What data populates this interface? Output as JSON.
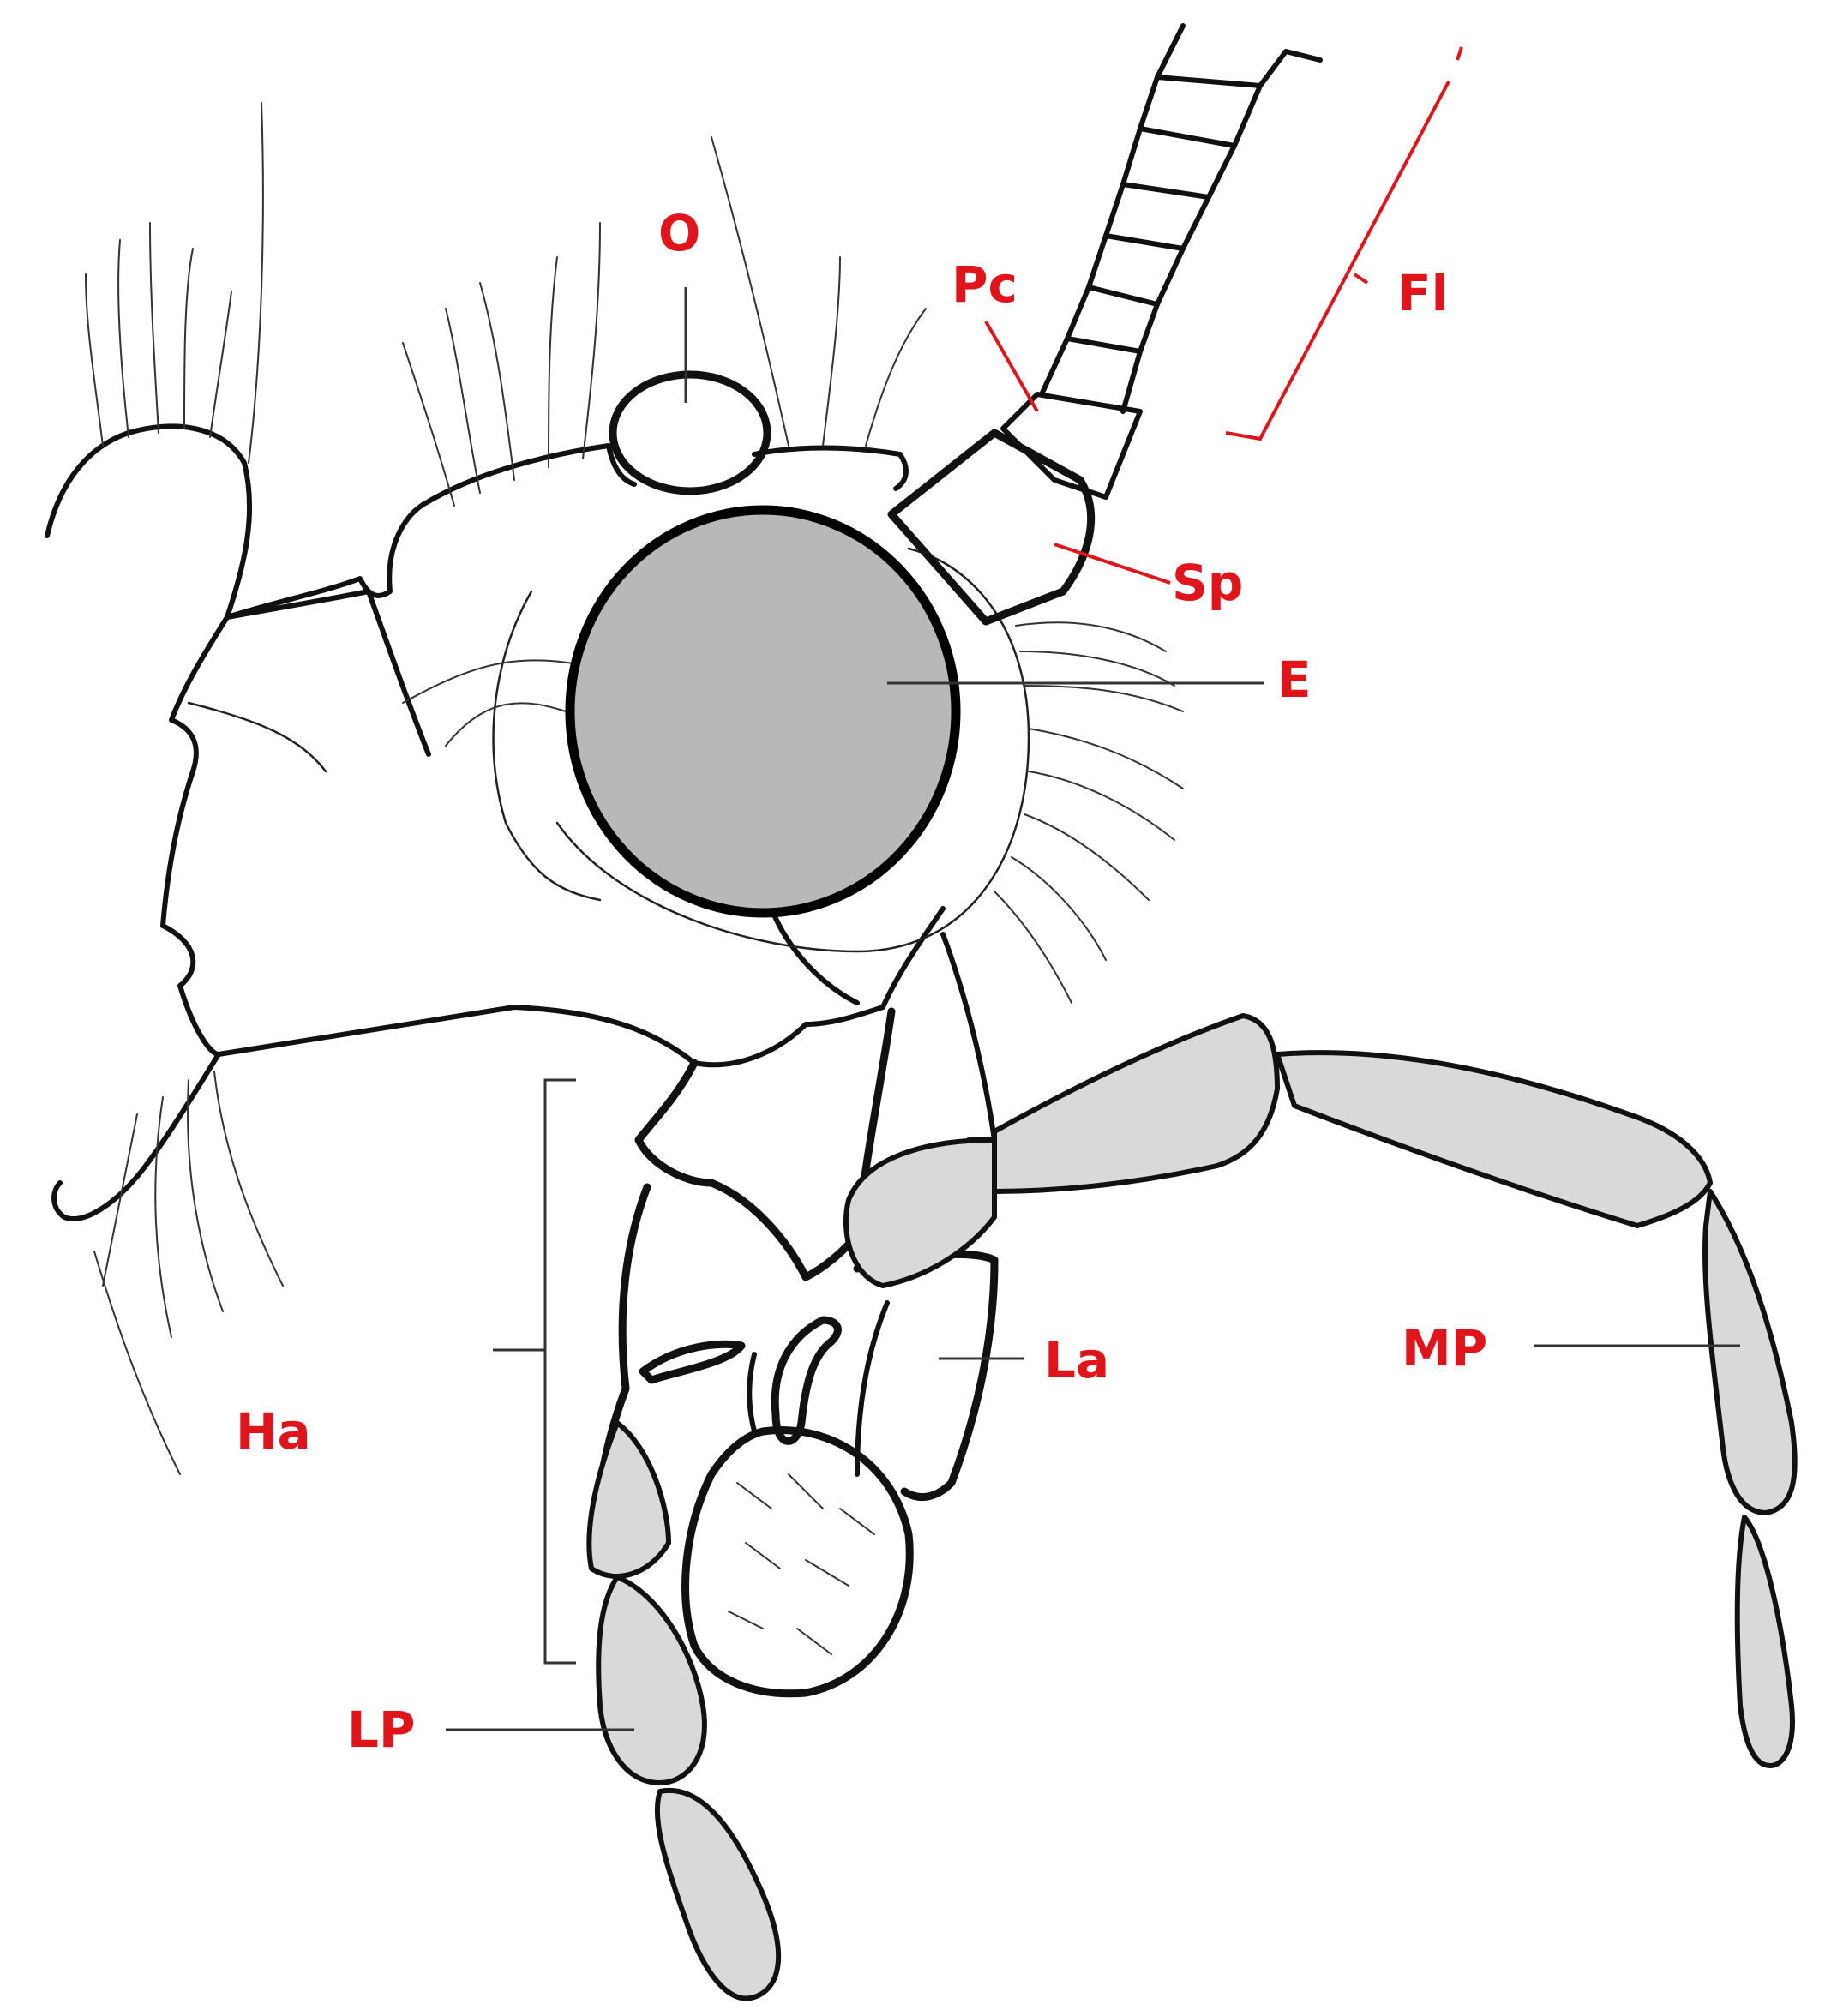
{
  "colors": {
    "label": "#e0141b",
    "ink": "#111111",
    "background": "#ffffff"
  },
  "labels": {
    "O": "O",
    "Pc": "Pc",
    "Fl": "Fl",
    "Sp": "Sp",
    "E": "E",
    "MP": "MP",
    "La": "La",
    "Ha": "Ha",
    "LP": "LP"
  }
}
